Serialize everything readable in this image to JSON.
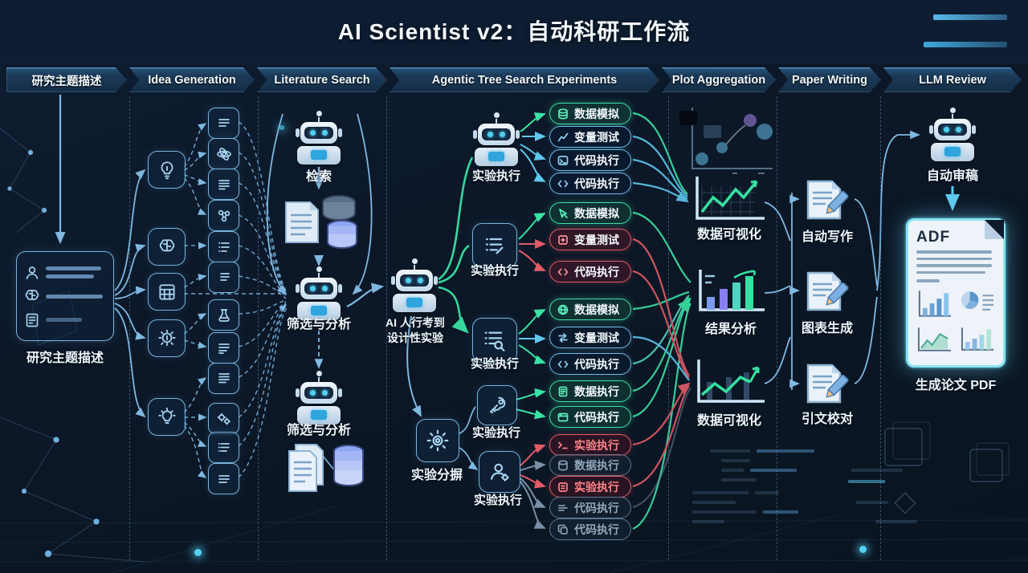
{
  "title": "AI Scientist v2：自动科研工作流",
  "stages": [
    {
      "label": "研究主题描述"
    },
    {
      "label": "Idea Generation"
    },
    {
      "label": "Literature Search"
    },
    {
      "label": "Agentic Tree Search Experiments"
    },
    {
      "label": "Plot Aggregation"
    },
    {
      "label": "Paper Writing"
    },
    {
      "label": "LLM Review"
    }
  ],
  "research": {
    "card_label": "研究主题描述"
  },
  "literature": {
    "retrieval_label": "检索",
    "filter1_label": "筛选与分析",
    "filter2_label": "筛选与分析"
  },
  "experiment_design": {
    "robot_label_line1": "AI 人行考到",
    "robot_label_line2": "设计性实验",
    "analysis_label": "实验分摒"
  },
  "tree_search": {
    "groups": [
      {
        "node_label": "实验执行",
        "pills": [
          {
            "label": "数据模拟",
            "icon": "database-icon",
            "status": "green"
          },
          {
            "label": "变量测试",
            "icon": "line-chart-icon",
            "status": "blue"
          },
          {
            "label": "代码执行",
            "icon": "terminal-icon",
            "status": "blue"
          },
          {
            "label": "代码执行",
            "icon": "code-icon",
            "status": "blue"
          }
        ]
      },
      {
        "node_label": "实验执行",
        "pills": [
          {
            "label": "数据模拟",
            "icon": "pointer-icon",
            "status": "green"
          },
          {
            "label": "变量测试",
            "icon": "square-icon",
            "status": "red"
          },
          {
            "label": "代码执行",
            "icon": "code-icon",
            "status": "red"
          }
        ]
      },
      {
        "node_label": "实验执行",
        "pills": [
          {
            "label": "数据模拟",
            "icon": "globe-icon",
            "status": "green"
          },
          {
            "label": "变量测试",
            "icon": "swap-icon",
            "status": "blue"
          },
          {
            "label": "代码执行",
            "icon": "code-icon",
            "status": "blue"
          }
        ]
      },
      {
        "node_label": "实验执行",
        "pills": [
          {
            "label": "数据执行",
            "icon": "document-icon",
            "status": "green"
          },
          {
            "label": "代码执行",
            "icon": "window-icon",
            "status": "green"
          }
        ]
      },
      {
        "node_label": "实验执行",
        "pills": [
          {
            "label": "实验执行",
            "icon": "terminal-icon",
            "status": "alert"
          },
          {
            "label": "数据执行",
            "icon": "database-icon",
            "status": "dim"
          },
          {
            "label": "实验执行",
            "icon": "square-icon",
            "status": "alert"
          },
          {
            "label": "代码执行",
            "icon": "list-icon",
            "status": "dim"
          },
          {
            "label": "代码执行",
            "icon": "copy-icon",
            "status": "dim"
          }
        ]
      }
    ]
  },
  "plot_aggregation": {
    "items": [
      {
        "label": "数据可视化"
      },
      {
        "label": "结果分析"
      },
      {
        "label": "数据可视化"
      }
    ]
  },
  "paper_writing": {
    "items": [
      {
        "label": "自动写作"
      },
      {
        "label": "图表生成"
      },
      {
        "label": "引文校对"
      }
    ]
  },
  "llm_review": {
    "robot_label": "自动审稿",
    "pdf_header": "ADF",
    "pdf_caption": "生成论文 PDF"
  },
  "colors": {
    "green": "#3ae2a4",
    "red": "#e25b67",
    "blue": "#6fb9e6",
    "gray": "#7b8fa5",
    "accent": "#54d2f5"
  }
}
